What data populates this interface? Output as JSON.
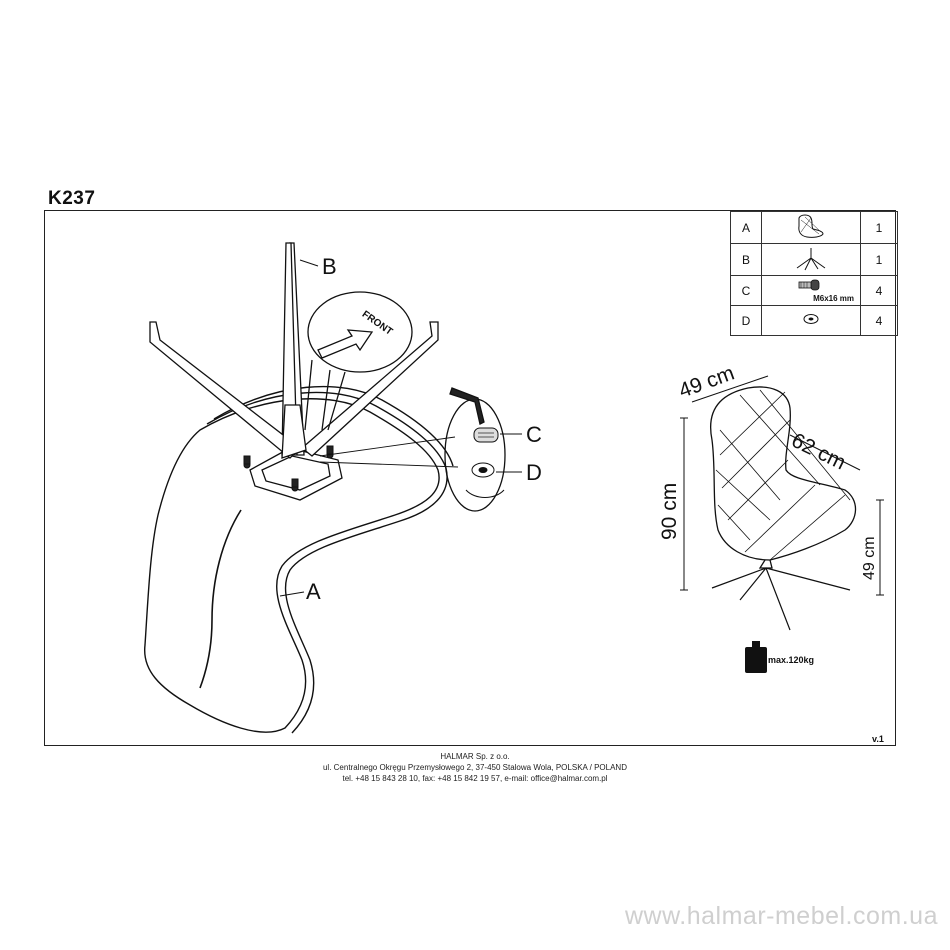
{
  "model_code": "K237",
  "parts": [
    {
      "letter": "A",
      "icon": "seat-icon",
      "qty": "1",
      "note": ""
    },
    {
      "letter": "B",
      "icon": "base-icon",
      "qty": "1",
      "note": ""
    },
    {
      "letter": "C",
      "icon": "screw-icon",
      "qty": "4",
      "note": "M6x16 mm"
    },
    {
      "letter": "D",
      "icon": "washer-icon",
      "qty": "4",
      "note": ""
    }
  ],
  "callouts": {
    "seat": "A",
    "base": "B",
    "screw": "C",
    "washer": "D",
    "front_arrow": "FRONT"
  },
  "dimensions": {
    "depth": "49 cm",
    "width": "62 cm",
    "height": "90 cm",
    "seat_height": "49 cm"
  },
  "max_load": "max.120kg",
  "version": "v.1",
  "footer": {
    "company": "HALMAR Sp. z o.o.",
    "address": "ul. Centralnego Okręgu Przemysłowego 2, 37-450 Stalowa Wola, POLSKA / POLAND",
    "contact": "tel. +48 15 843 28 10, fax: +48 15 842 19 57, e-mail: office@halmar.com.pl"
  },
  "website": "www.halmar-mebel.com.ua"
}
